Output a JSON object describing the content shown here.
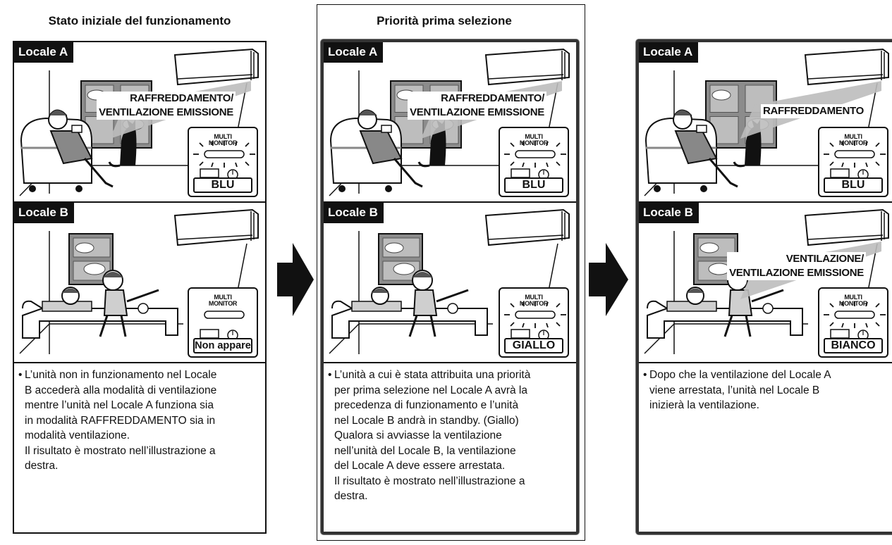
{
  "columns": [
    {
      "title": "Stato iniziale del funzionamento",
      "room_a": {
        "label": "Locale A",
        "banner": "RAFFREDDAMENTO/\nVENTILAZIONE EMISSIONE",
        "monitor_text": "MULTI\nMONITOR",
        "status": "BLU",
        "lit": true
      },
      "room_b": {
        "label": "Locale B",
        "banner": "",
        "monitor_text": "MULTI\nMONITOR",
        "status": "Non appare",
        "lit": false
      },
      "description": "L’unità non in funzionamento nel Locale\nB accederà alla modalità di ventilazione\nmentre l’unità nel Locale A funziona sia\nin modalità RAFFREDDAMENTO sia in\nmodalità ventilazione.\nIl risultato è mostrato nell’illustrazione a\ndestra."
    },
    {
      "title": "Priorità prima selezione",
      "room_a": {
        "label": "Locale A",
        "banner": "RAFFREDDAMENTO/\nVENTILAZIONE EMISSIONE",
        "monitor_text": "MULTI\nMONITOR",
        "status": "BLU",
        "lit": true
      },
      "room_b": {
        "label": "Locale B",
        "banner": "",
        "monitor_text": "MULTI\nMONITOR",
        "status": "GIALLO",
        "lit": true
      },
      "description": "L’unità a cui è stata attribuita una priorità\nper prima selezione nel Locale A avrà la\nprecedenza di funzionamento e l’unità\nnel Locale B andrà in standby. (Giallo)\nQualora si avviasse la ventilazione\nnell’unità del Locale B, la ventilazione\ndel Locale A deve essere arrestata.\nIl risultato è mostrato nell’illustrazione a\ndestra."
    },
    {
      "title": "",
      "room_a": {
        "label": "Locale A",
        "banner": "RAFFREDDAMENTO",
        "monitor_text": "MULTI\nMONITOR",
        "status": "BLU",
        "lit": true
      },
      "room_b": {
        "label": "Locale B",
        "banner": "VENTILAZIONE/\nVENTILAZIONE EMISSIONE",
        "monitor_text": "MULTI\nMONITOR",
        "status": "BIANCO",
        "lit": true
      },
      "description": "Dopo che la ventilazione del Locale A\nviene arrestata, l’unità nel Locale B\ninizierà la ventilazione."
    }
  ],
  "bullet": "•",
  "colors": {
    "ink": "#111111",
    "gray": "#9a9a9a",
    "light": "#d8d8d8"
  }
}
